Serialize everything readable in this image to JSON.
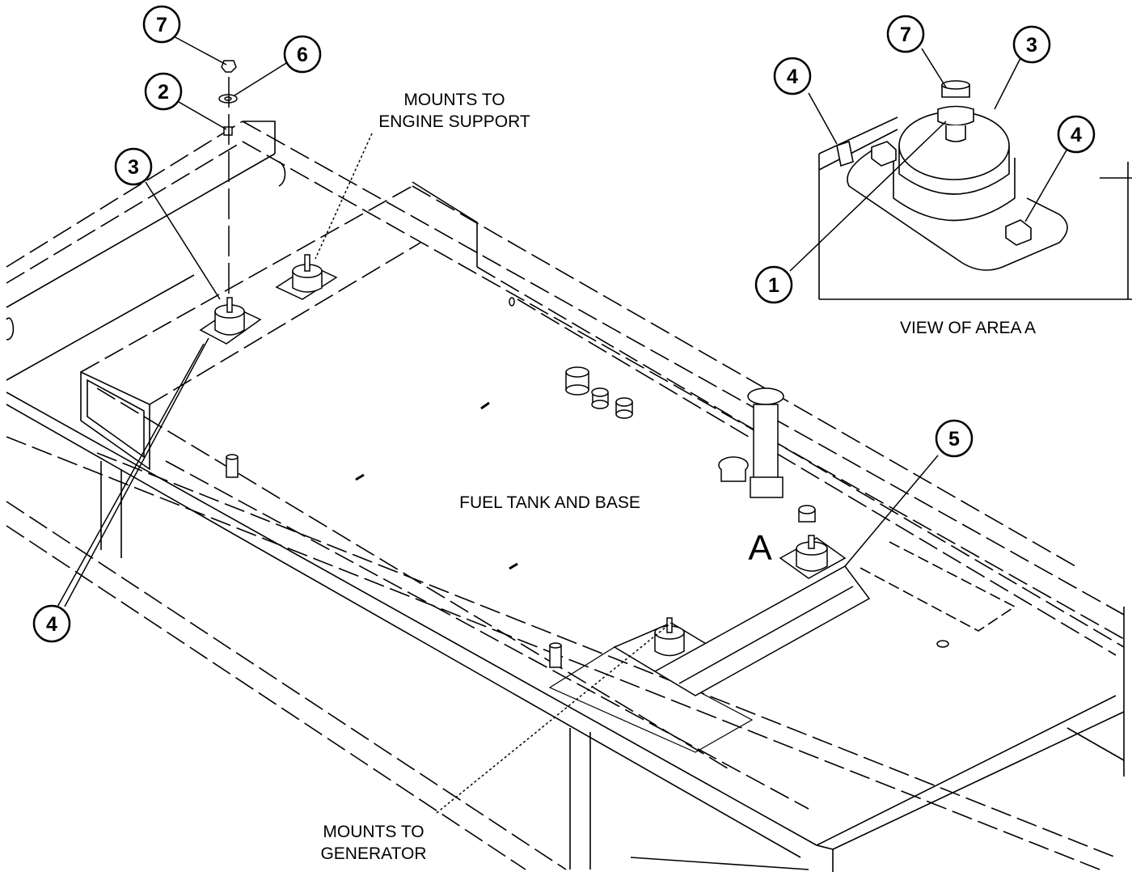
{
  "labels": {
    "engine_support": [
      "MOUNTS TO",
      "ENGINE SUPPORT"
    ],
    "generator": [
      "MOUNTS TO",
      "GENERATOR"
    ],
    "fuel_tank": "FUEL TANK AND BASE",
    "view_area": "VIEW OF AREA  A",
    "area_letter": "A"
  },
  "callouts": {
    "c7_top": "7",
    "c6": "6",
    "c2": "2",
    "c3_left": "3",
    "c4_left": "4",
    "c5": "5",
    "c4_inset_left": "4",
    "c7_inset": "7",
    "c3_inset": "3",
    "c4_inset_right": "4",
    "c1_inset": "1"
  },
  "colors": {
    "line": "#000000",
    "background": "#ffffff"
  }
}
